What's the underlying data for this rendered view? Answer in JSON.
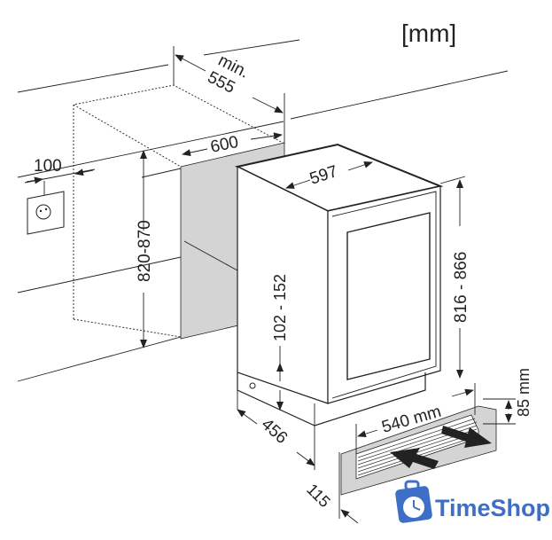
{
  "units_label": "[mm]",
  "dimensions": {
    "niche_depth_prefix": "min.",
    "niche_depth": "555",
    "niche_width": "600",
    "socket_offset": "100",
    "niche_height": "820-870",
    "appliance_width": "597",
    "appliance_height": "816 - 866",
    "plinth_height": "102 - 152",
    "appliance_depth": "456",
    "vent_width": "540 mm",
    "vent_height": "85 mm",
    "vent_depth": "115"
  },
  "watermark": {
    "text": "TimeShop",
    "color": "#3d6fc6"
  },
  "colors": {
    "panel_grey": "#d4d4d4",
    "line": "#222222"
  }
}
